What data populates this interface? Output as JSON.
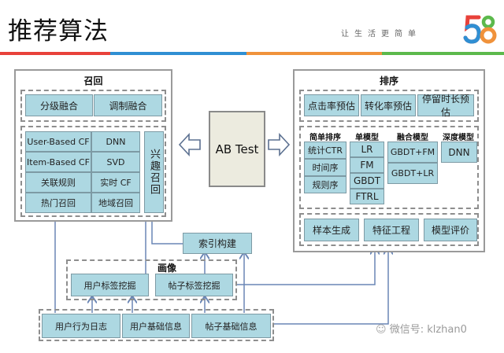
{
  "header": {
    "title": "推荐算法",
    "slogan": "让生活更简单",
    "logo_text": "58",
    "strip_colors": [
      "#e8413a",
      "#2f8fd3",
      "#f0923b",
      "#5cb94c"
    ]
  },
  "recall": {
    "title": "召回",
    "fusion": [
      "分级融合",
      "调制融合"
    ],
    "methods": [
      [
        "User-Based CF",
        "DNN"
      ],
      [
        "Item-Based CF",
        "SVD"
      ],
      [
        "关联规则",
        "实时 CF"
      ],
      [
        "热门召回",
        "地域召回"
      ]
    ],
    "interest": "兴趣召回"
  },
  "abtest": {
    "label": "AB Test"
  },
  "ranking": {
    "title": "排序",
    "estimates": [
      "点击率预估",
      "转化率预估",
      "停留时长预估"
    ],
    "groups": [
      {
        "title": "简单排序",
        "items": [
          "统计CTR",
          "时间序",
          "规则序"
        ]
      },
      {
        "title": "单模型",
        "items": [
          "LR",
          "FM",
          "GBDT",
          "FTRL"
        ]
      },
      {
        "title": "融合模型",
        "items": [
          "GBDT+FM",
          "GBDT+LR"
        ]
      },
      {
        "title": "深度模型",
        "items": [
          "DNN"
        ]
      }
    ],
    "pipeline": [
      "样本生成",
      "特征工程",
      "模型评价"
    ]
  },
  "index_build": "索引构建",
  "profile": {
    "title": "画像",
    "items": [
      "用户标签挖掘",
      "帖子标签挖掘"
    ]
  },
  "sources": [
    "用户行为日志",
    "用户基础信息",
    "帖子基础信息"
  ],
  "watermark": "微信号: klzhan0",
  "colors": {
    "cell": "#add8e2",
    "line": "#6a86b5",
    "abtest": "#ecebdf"
  }
}
